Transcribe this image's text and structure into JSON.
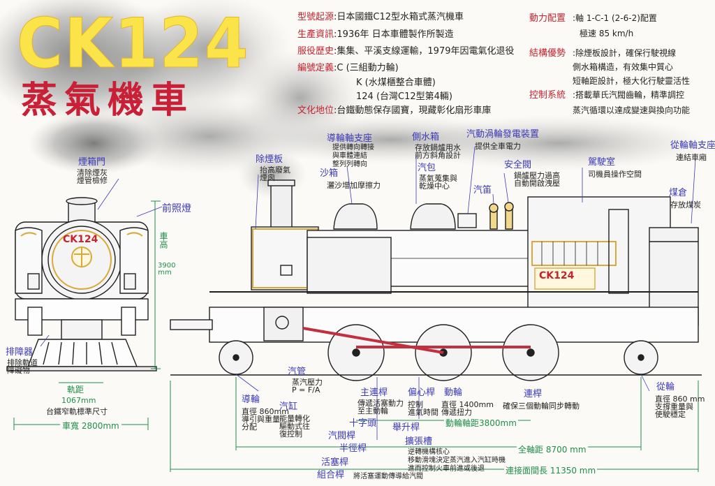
{
  "header": {
    "title": "CK124",
    "subtitle": "蒸氣機車"
  },
  "info": [
    {
      "label": "型號起源",
      "value": ":日本國鐵C12型水箱式蒸汽機車"
    },
    {
      "label": "生產資訊",
      "value": ":1936年 日本車體製作所製造"
    },
    {
      "label": "服役歷史",
      "value": ":集集、平溪支線運輸，1979年因電氣化退役"
    },
    {
      "label": "編號定義",
      "value": ":C (三組動力輪)"
    },
    {
      "label": "",
      "value": "K (水煤櫃整合車體)"
    },
    {
      "label": "",
      "value": "124 (台灣C12型第4輛)"
    },
    {
      "label": "文化地位",
      "value": ":台鐵動態保存國寶，現藏彰化扇形車庫"
    }
  ],
  "right_info": {
    "power_label": "動力配置",
    "power_lines": [
      ":軸 1-C-1 (2-6-2)配置",
      "極速 85 km/h"
    ],
    "structure_label": "結構優勢",
    "structure_lines": [
      ":除煙板設計，確保行駛視線",
      "側水箱構造，有效集中質心",
      "短軸距設計，極大化行駛靈活性"
    ],
    "control_label": "控制系統",
    "control_lines": [
      ":搭載華氏汽閥齒輪，精準調控",
      "蒸汽循環以達成變速與換向功能"
    ]
  },
  "plates": {
    "front": "CK124",
    "side": "CK124"
  },
  "front_view": {
    "smokebox_door": {
      "name": "煙箱門",
      "desc": "清除煙灰\n煙管檢修"
    },
    "headlight": "前照燈",
    "height_label": "車高",
    "height_value": "3900 mm",
    "cowcatcher": {
      "name": "排障器",
      "desc": "排除軌道\n障礙物"
    },
    "gauge": {
      "name": "軌距",
      "value": "1067mm",
      "desc": "台鐵窄軌標準尺寸"
    },
    "width": "車寬 2800mm"
  },
  "side_labels": {
    "smoke_deflector": {
      "name": "除煙板",
      "desc": "抬高廢氣\n煙囪"
    },
    "pilot_truck_bearing": {
      "name": "導輪軸支座",
      "desc": "提供轉向轉接\n與車體連結\n整列列轉向\n"
    },
    "sand_box": {
      "name": "沙箱",
      "desc": "灑沙增加摩擦力"
    },
    "side_tank": {
      "name": "側水箱",
      "desc": "存放鍋爐用水\n前方斜角設計"
    },
    "steam_dome": {
      "name": "汽包",
      "desc": "蒸氣蒐集與\n乾燥中心"
    },
    "turbo_generator": {
      "name": "汽動渦輪發電裝置",
      "desc": "提供全車電力"
    },
    "whistle": "汽笛",
    "safety_valve": {
      "name": "安全閥",
      "desc": "鍋爐壓力過高\n自動開啟洩壓"
    },
    "cab": {
      "name": "駕駛室",
      "desc": "司機員操作空間"
    },
    "trailing_truck_bearing": {
      "name": "從輪軸支座",
      "desc": "連結車廂"
    },
    "coal_bunker": {
      "name": "煤倉",
      "desc": "存放煤炭"
    },
    "steam_pipe": {
      "name": "汽管",
      "desc": "蒸汽壓力\nP = F/A"
    },
    "pilot_wheel": {
      "name": "導輪",
      "desc": "直徑 860mm\n導引與重量\n分配"
    },
    "cylinder": {
      "name": "汽缸",
      "desc": "能量轉化\n驅動式往\n復控制"
    },
    "main_rod": {
      "name": "主連桿",
      "desc": "傳遞活塞動力\n至主動輪"
    },
    "eccentric_rod": {
      "name": "偏心桿",
      "desc": "控制\n進氣時間"
    },
    "driving_wheel": {
      "name": "動輪",
      "desc": "直徑 1400mm\n傳遞扭力"
    },
    "coupling_rod": {
      "name": "連桿",
      "desc": "確保三個動輪同步轉動"
    },
    "crosshead": "十字頭",
    "valve_rod": "汽閥桿",
    "radius_rod": "半徑桿",
    "lift_rod": "舉升桿",
    "piston_rod": "活塞桿",
    "combination_lever": {
      "name": "組合桿",
      "desc": "將活塞運動傳導給汽閥"
    },
    "expansion_link": {
      "name": "擴張槽",
      "desc": "逆轉機構核心\n移動滑塊決定蒸汽進入汽缸時機\n進而控制火車前進或後退"
    },
    "trailing_wheel": {
      "name": "從輪",
      "desc": "直徑 860 mm\n支撐重量與\n使駛穩定"
    }
  },
  "dimensions": {
    "driving_wheelbase": "動輪軸距3800mm",
    "total_wheelbase": "全軸距 8700 mm",
    "coupled_length": "連接面間長 11350 mm"
  },
  "colors": {
    "title": "#fbe34a",
    "subtitle": "#c91f37",
    "label_red": "#c4232d",
    "label_blue": "#3d3ab8",
    "dimension_green": "#1e8f49",
    "coupling_rod": "#c23040",
    "brass": "#d9a93a"
  }
}
